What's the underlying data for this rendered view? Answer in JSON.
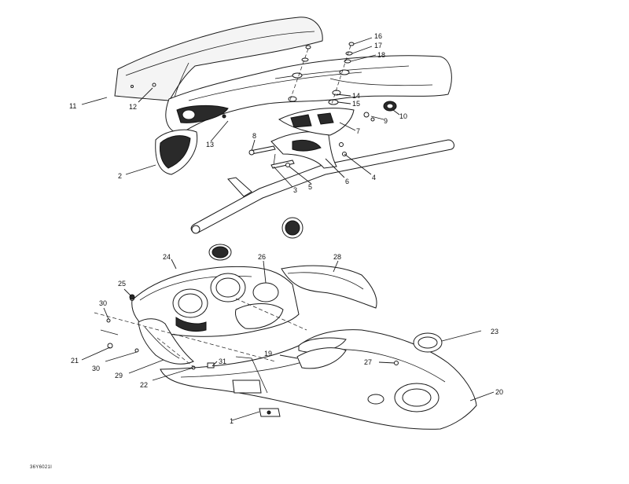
{
  "figure_code": "36Y6021I",
  "callouts": {
    "c1": "1",
    "c2": "2",
    "c3": "3",
    "c4": "4",
    "c5": "5",
    "c6": "6",
    "c7": "7",
    "c8": "8",
    "c9": "9",
    "c10": "10",
    "c11": "11",
    "c12": "12",
    "c13": "13",
    "c14": "14",
    "c15": "15",
    "c16": "16",
    "c17": "17",
    "c18": "18",
    "c19": "19",
    "c20": "20",
    "c21": "21",
    "c22": "22",
    "c23": "23",
    "c24": "24",
    "c25": "25",
    "c26": "26",
    "c27": "27",
    "c28": "28",
    "c29": "29",
    "c30a": "30",
    "c30b": "30",
    "c31": "31"
  }
}
